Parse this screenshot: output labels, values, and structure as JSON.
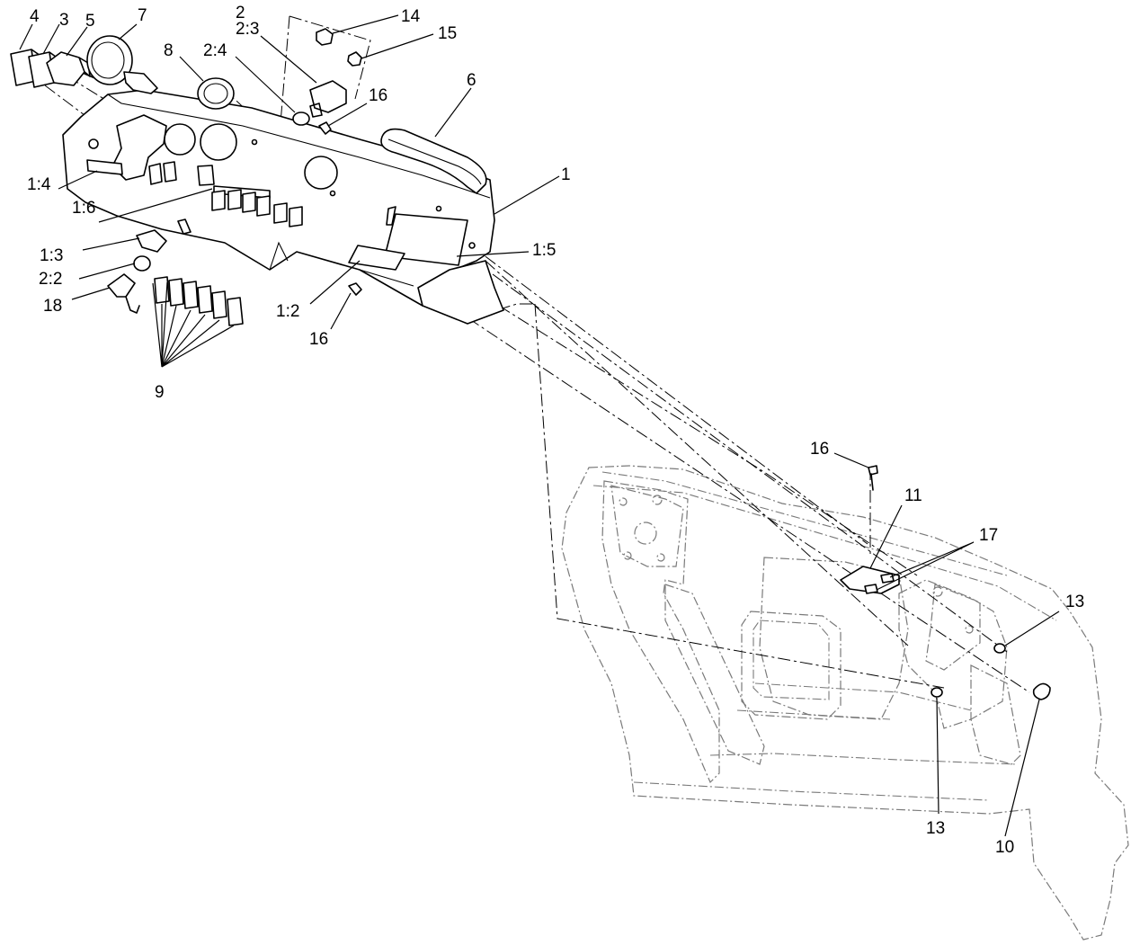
{
  "callouts": {
    "c_4": "4",
    "c_3": "3",
    "c_5": "5",
    "c_7": "7",
    "c_2": "2",
    "c_2_3": "2:3",
    "c_14": "14",
    "c_15": "15",
    "c_8": "8",
    "c_2_4": "2:4",
    "c_16a": "16",
    "c_6": "6",
    "c_1": "1",
    "c_1_4": "1:4",
    "c_1_6": "1:6",
    "c_1_5": "1:5",
    "c_1_3": "1:3",
    "c_2_2": "2:2",
    "c_18": "18",
    "c_1_2": "1:2",
    "c_16b": "16",
    "c_9": "9",
    "c_16c": "16",
    "c_11": "11",
    "c_17": "17",
    "c_13a": "13",
    "c_13b": "13",
    "c_10": "10"
  }
}
